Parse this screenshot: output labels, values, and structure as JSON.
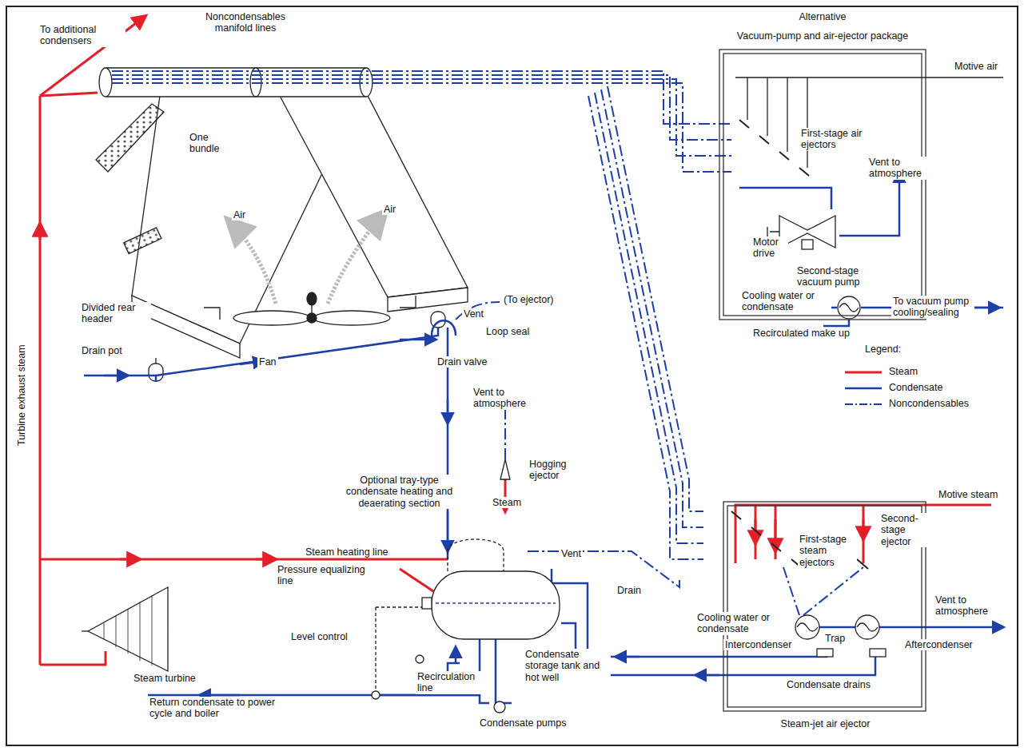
{
  "diagram": {
    "nodes": [
      {
        "text": [
          "Alternative",
          "Vacuum-pump and air-ejector package"
        ]
      },
      {
        "text": [
          "Steam-jet air ejector"
        ]
      }
    ],
    "labels": [
      "To additional condensers",
      "Noncondensables manifold lines",
      "One bundle",
      "Air",
      "Air",
      "Divided rear header",
      "Drain pot",
      "Fan",
      "Vent",
      "(To ejector)",
      "Loop seal",
      "Drain valve",
      "Vent to atmosphere",
      "Hogging ejector",
      "Steam",
      "Optional tray-type condensate heating and deaerating section",
      "Steam heating line",
      "Pressure equalizing line",
      "Vent",
      "Drain",
      "Level control",
      "Recirculation line",
      "Condensate storage tank and hot well",
      "Condensate pumps",
      "Return condensate to power cycle and boiler",
      "Steam turbine",
      "Turbine exhaust steam",
      "Motive air",
      "First-stage air ejectors",
      "Vent to atmosphere",
      "Motor drive",
      "Second-stage vacuum pump",
      "Cooling water or condensate",
      "To vacuum pump cooling/sealing",
      "Recirculated make up",
      "Legend:",
      "Motive steam",
      "First-stage steam ejectors",
      "Second-stage ejector",
      "Vent to atmosphere",
      "Cooling water or condensate",
      "Intercondenser",
      "Trap",
      "Aftercondenser",
      "Condensate drains"
    ],
    "legend": [
      {
        "text": "Steam"
      },
      {
        "text": "Condensate"
      },
      {
        "text": "Noncondensables"
      }
    ]
  }
}
